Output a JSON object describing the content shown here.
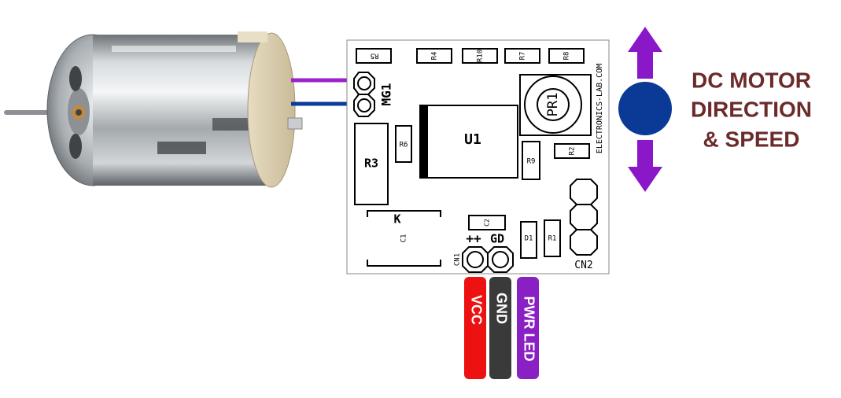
{
  "board": {
    "site": "ELECTRONICS-LAB.COM",
    "refs": {
      "r5": "R5",
      "r4": "R4",
      "r10": "R10",
      "r7": "R7",
      "r8": "R8",
      "mg1": "MG1",
      "pr1": "PR1",
      "r6": "R6",
      "u1": "U1",
      "r3": "R3",
      "r9": "R9",
      "r2": "R2",
      "k": "K",
      "c1": "C1",
      "c2": "C2",
      "d1": "D1",
      "r1": "R1",
      "cn1": "CN1",
      "cn2": "CN2",
      "plus": "+",
      "plus_plus": "++",
      "gd": "GD"
    }
  },
  "wires": {
    "vcc": "VCC",
    "gnd": "GND",
    "pwr_led": "PWR LED",
    "colors": {
      "vcc": "#ee1111",
      "gnd": "#3a3a3a",
      "pwr_led": "#8a1fc4",
      "motor_a": "#9b21c8",
      "motor_b": "#0a3d9a"
    }
  },
  "title": {
    "line1": "DC MOTOR",
    "line2": "DIRECTION",
    "line3": "& SPEED",
    "color": "#6b2b2b"
  },
  "indicator": {
    "dot_color": "#0a3a96",
    "arrow_color": "#8a17c8"
  }
}
